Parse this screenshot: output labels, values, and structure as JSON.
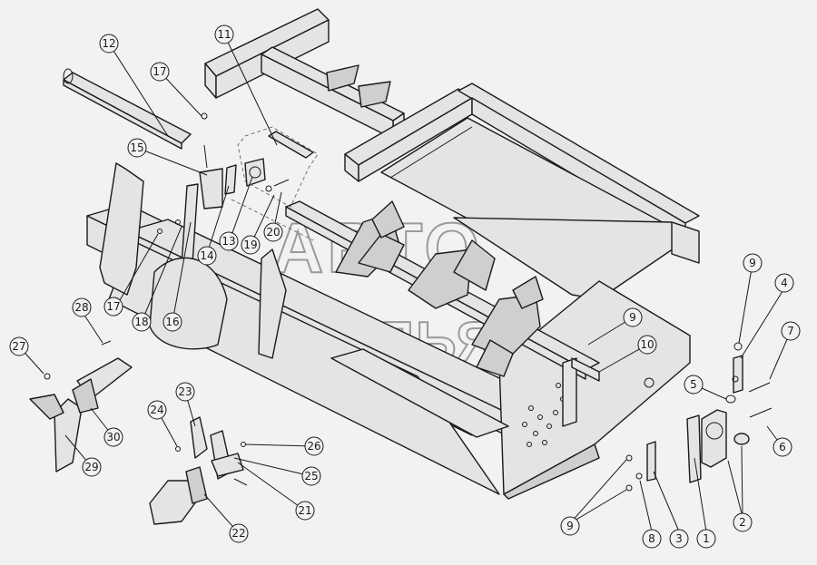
{
  "watermark": {
    "line1": "АВТО",
    "line2": "АЛЬЯНС"
  },
  "callouts": [
    {
      "label": "1"
    },
    {
      "label": "2"
    },
    {
      "label": "3"
    },
    {
      "label": "4"
    },
    {
      "label": "5"
    },
    {
      "label": "6"
    },
    {
      "label": "7"
    },
    {
      "label": "8"
    },
    {
      "label": "9"
    },
    {
      "label": "9"
    },
    {
      "label": "9"
    },
    {
      "label": "10"
    },
    {
      "label": "11"
    },
    {
      "label": "12"
    },
    {
      "label": "13"
    },
    {
      "label": "14"
    },
    {
      "label": "15"
    },
    {
      "label": "16"
    },
    {
      "label": "17"
    },
    {
      "label": "17"
    },
    {
      "label": "18"
    },
    {
      "label": "19"
    },
    {
      "label": "20"
    },
    {
      "label": "21"
    },
    {
      "label": "22"
    },
    {
      "label": "23"
    },
    {
      "label": "24"
    },
    {
      "label": "25"
    },
    {
      "label": "26"
    },
    {
      "label": "27"
    },
    {
      "label": "28"
    },
    {
      "label": "29"
    },
    {
      "label": "30"
    }
  ]
}
